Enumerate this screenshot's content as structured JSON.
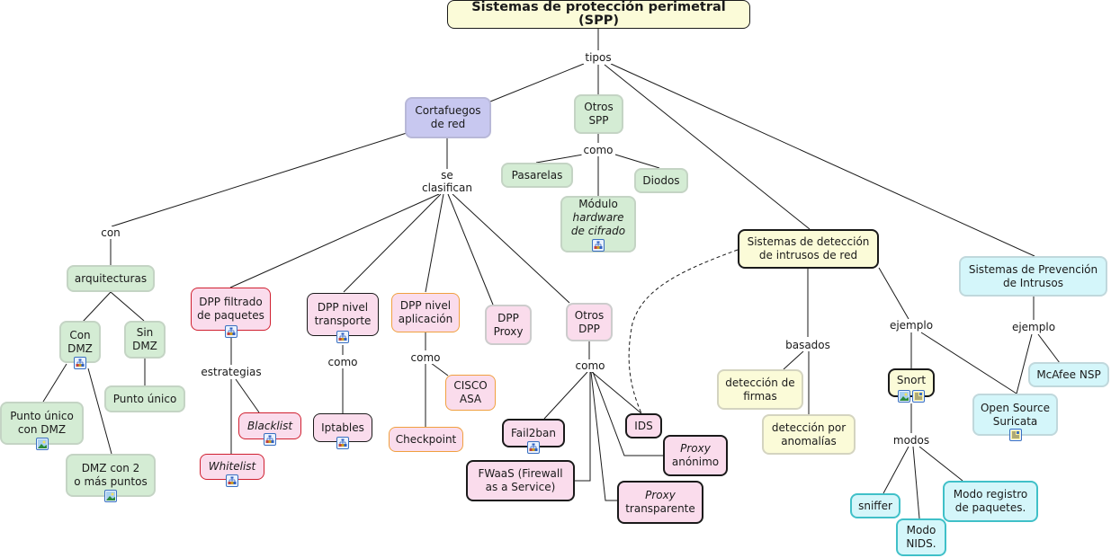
{
  "title": "Sistemas de protección perimetral (SPP)",
  "colors": {
    "line": "#1a1a1a",
    "green_fill": "#d4ecd4",
    "purple_fill": "#c8c8f0",
    "yellow_fill": "#fbfbd8",
    "pink_fill": "#fadcec",
    "cyan_fill": "#d4f6fa",
    "red_border": "#d02030",
    "orange_border": "#f0a040",
    "teal_border": "#40c0c8"
  },
  "nodes": {
    "root": "Sistemas de protección perimetral (SPP)",
    "cortafuegos": "Cortafuegos\nde red",
    "otros_spp": "Otros\nSPP",
    "pasarelas": "Pasarelas",
    "diodos": "Diodos",
    "modulo_l1": "Módulo",
    "modulo_l2": "hardware",
    "modulo_l3": "de cifrado",
    "sdi": "Sistemas de detección\nde intrusos de red",
    "spi": "Sistemas de Prevención\nde Intrusos",
    "arquitecturas": "arquitecturas",
    "con_dmz": "Con\nDMZ",
    "sin_dmz": "Sin\nDMZ",
    "punto_unico": "Punto único",
    "punto_unico_dmz": "Punto único\ncon DMZ",
    "dmz_2": "DMZ con 2\no más puntos",
    "dpp_filtrado": "DPP filtrado\nde paquetes",
    "dpp_transporte": "DPP nivel\ntransporte",
    "dpp_aplicacion": "DPP nivel\naplicación",
    "dpp_proxy": "DPP\nProxy",
    "otros_dpp": "Otros\nDPP",
    "blacklist": "Blacklist",
    "whitelist": "Whitelist",
    "iptables": "Iptables",
    "cisco": "CISCO\nASA",
    "checkpoint": "Checkpoint",
    "fail2ban": "Fail2ban",
    "fwaas": "FWaaS (Firewall\nas a Service)",
    "ids": "IDS",
    "proxy_anon_l1": "Proxy",
    "proxy_anon_l2": "anónimo",
    "proxy_transp_l1": "Proxy",
    "proxy_transp_l2": "transparente",
    "deteccion_firmas": "detección de\nfirmas",
    "deteccion_anomalias": "detección por\nanomalías",
    "snort": "Snort",
    "sniffer": "sniffer",
    "modo_nids": "Modo\nNIDS.",
    "modo_registro": "Modo registro\nde paquetes.",
    "mcafee": "McAfee NSP",
    "suricata": "Open Source\nSuricata"
  },
  "linking_phrases": {
    "tipos": "tipos",
    "con": "con",
    "se_clasifican": "se\nclasifican",
    "como_spp": "como",
    "estrategias": "estrategias",
    "como_transporte": "como",
    "como_aplicacion": "como",
    "como_otros": "como",
    "basados": "basados",
    "ejemplo_sdi": "ejemplo",
    "ejemplo_spi": "ejemplo",
    "modos": "modos"
  },
  "resource_icons": {
    "con_dmz": [
      "submap-icon"
    ],
    "punto_unico_dmz": [
      "image-icon"
    ],
    "dmz_2": [
      "image-icon"
    ],
    "modulo": [
      "submap-icon"
    ],
    "dpp_filtrado": [
      "submap-icon"
    ],
    "dpp_transporte": [
      "submap-icon"
    ],
    "blacklist": [
      "submap-icon"
    ],
    "whitelist": [
      "submap-icon"
    ],
    "iptables": [
      "submap-icon"
    ],
    "fail2ban": [
      "submap-icon"
    ],
    "snort": [
      "image-icon",
      "document-icon"
    ],
    "suricata": [
      "document-icon"
    ]
  }
}
